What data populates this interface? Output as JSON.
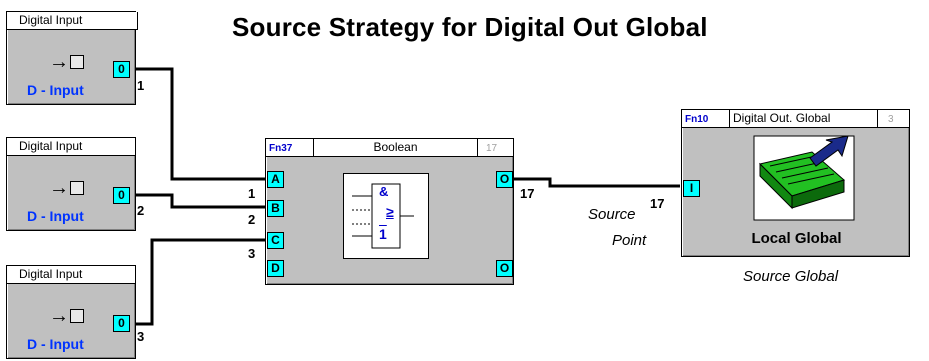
{
  "title": "Source Strategy for Digital Out Global",
  "inputs": [
    {
      "header": "Digital Input",
      "label": "D - Input",
      "port": "0",
      "wire": "1"
    },
    {
      "header": "Digital Input",
      "label": "D - Input",
      "port": "0",
      "wire": "2"
    },
    {
      "header": "Digital Input",
      "label": "D - Input",
      "port": "0",
      "wire": "3"
    }
  ],
  "boolean": {
    "fn": "Fn37",
    "name": "Boolean",
    "num": "17",
    "inputs": [
      "A",
      "B",
      "C",
      "D"
    ],
    "input_wires": [
      "1",
      "2",
      "3"
    ],
    "outputs": [
      "O",
      "O"
    ],
    "out_wire": "17",
    "gate_and": "&",
    "gate_ge": "≥",
    "gate_one": "1"
  },
  "source_point": {
    "line1": "Source",
    "line2": "Point"
  },
  "digital_out": {
    "fn": "Fn10",
    "name": "Digital Out. Global",
    "num": "3",
    "in_port": "I",
    "in_wire": "17",
    "label": "Local Global",
    "caption": "Source Global"
  },
  "colors": {
    "port": "#00ffff",
    "block": "#c0c0c0",
    "input_label": "#0033ff",
    "fn_text": "#0000cc",
    "icon_green": "#22c022",
    "icon_arrow": "#1a2a8a"
  }
}
